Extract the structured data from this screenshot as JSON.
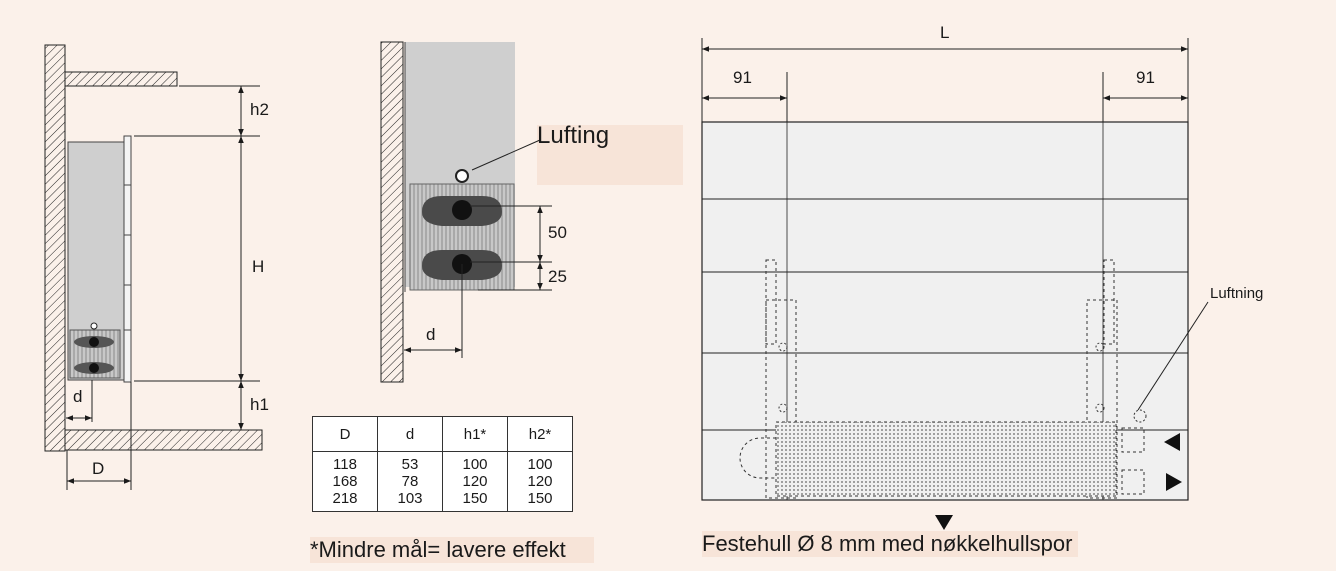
{
  "side_view": {
    "labels": {
      "h2": "h2",
      "H": "H",
      "h1": "h1",
      "d": "d",
      "D": "D"
    }
  },
  "detail_view": {
    "vent_label": "Lufting",
    "dim_50": "50",
    "dim_25": "25",
    "dim_d": "d"
  },
  "table": {
    "headers": [
      "D",
      "d",
      "h1*",
      "h2*"
    ],
    "columns": [
      [
        "118",
        "168",
        "218"
      ],
      [
        "53",
        "78",
        "103"
      ],
      [
        "100",
        "120",
        "150"
      ],
      [
        "100",
        "120",
        "150"
      ]
    ]
  },
  "footnote": "*Mindre mål= lavere effekt",
  "front_view": {
    "length_label": "L",
    "left_offset": "91",
    "right_offset": "91",
    "vent_label": "Luftning",
    "caption": "Festehull Ø 8 mm med nøkkelhullspor"
  },
  "colors": {
    "background": "#fbf1ea",
    "radiator_fill": "#cfcfcf",
    "front_panel_fill": "#f0f0f0",
    "line": "#1a1a1a"
  }
}
